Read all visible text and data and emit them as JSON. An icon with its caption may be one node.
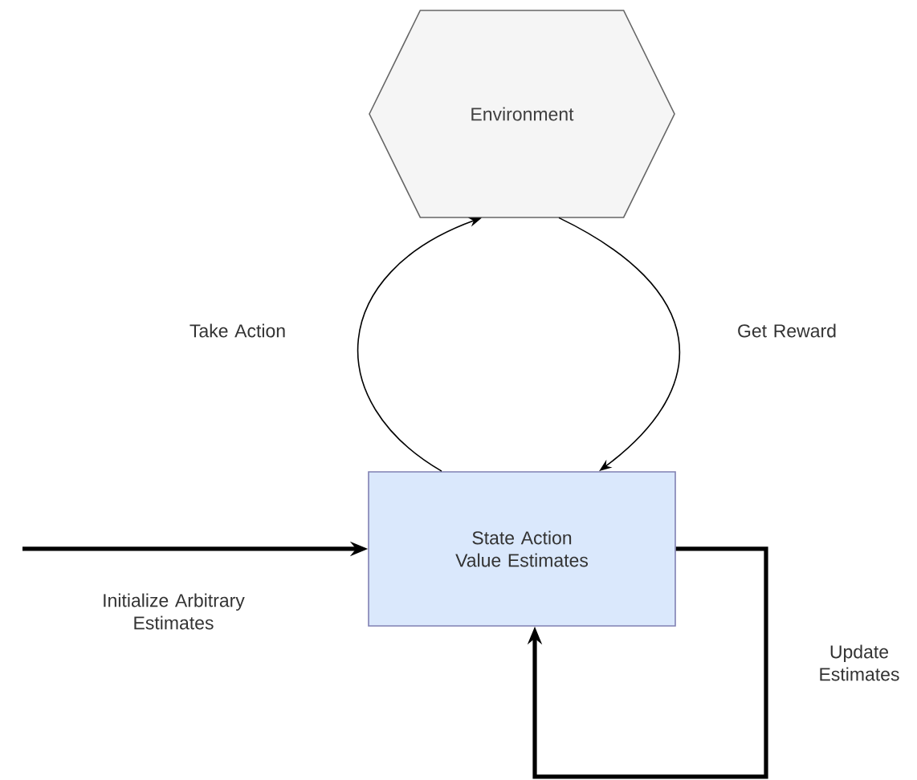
{
  "diagram": {
    "nodes": [
      {
        "text": [
          "Environment"
        ]
      },
      {
        "text": [
          "State Action Value Estimates"
        ]
      }
    ],
    "edges": [
      {
        "from": 1,
        "to": 0,
        "arrow": "to",
        "label": "Take Action"
      },
      {
        "from": 0,
        "to": 1,
        "arrow": "to",
        "label": "Get Reward"
      },
      {
        "from": null,
        "to": 1,
        "arrow": "to",
        "label": "Initialize Arbitrary Estimates",
        "style": "thick"
      },
      {
        "from": 1,
        "to": 1,
        "arrow": "to",
        "label": "Update Estimates",
        "style": "thick"
      }
    ]
  }
}
